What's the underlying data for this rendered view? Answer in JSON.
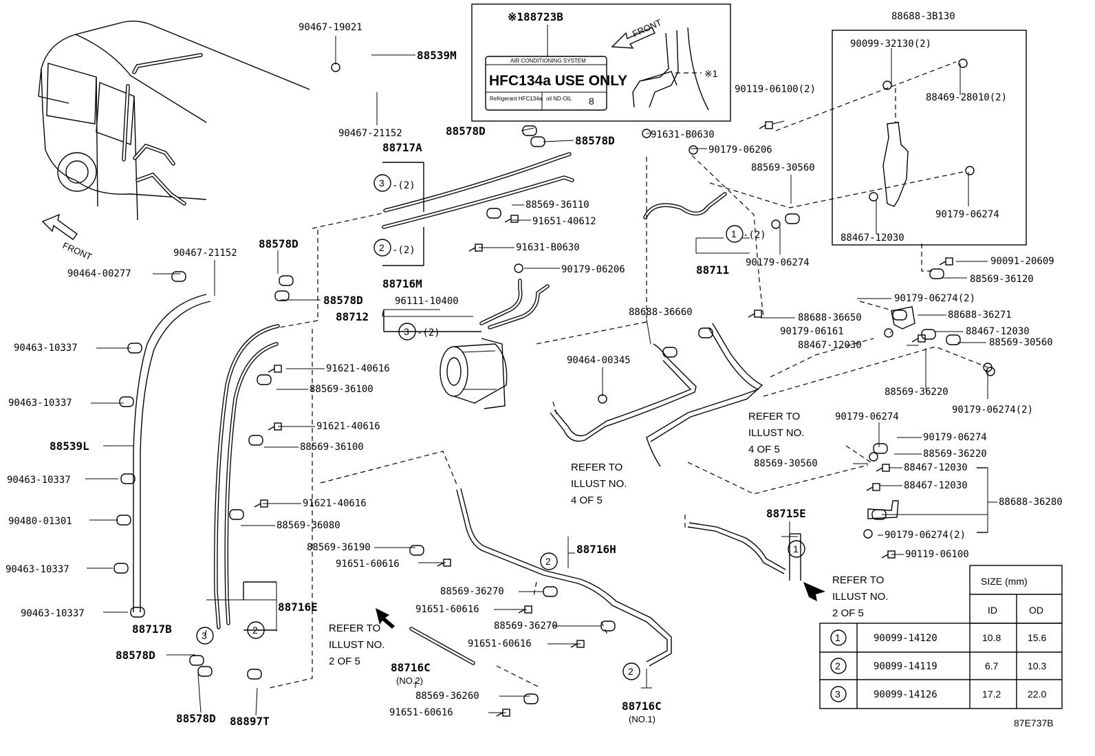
{
  "diagram_code": "87E737B",
  "label_box": {
    "code": "※188723B",
    "system": "AIR CONDITIONING SYSTEM",
    "headline": "HFC134a USE ONLY",
    "refrigerant_label": "Refrigerant HFC134a",
    "oil_label": "oil ND-OIL",
    "oil_value": "8",
    "front": "FRONT",
    "mark": "※1"
  },
  "front_left": "FRONT",
  "size_table": {
    "title": "SIZE (mm)",
    "col_id": "ID",
    "col_od": "OD",
    "rows": [
      {
        "no": "1",
        "part": "90099-14120",
        "id": "10.8",
        "od": "15.6"
      },
      {
        "no": "2",
        "part": "90099-14119",
        "id": "6.7",
        "od": "10.3"
      },
      {
        "no": "3",
        "part": "90099-14126",
        "id": "17.2",
        "od": "22.0"
      }
    ]
  },
  "notes": {
    "refer_4_center": [
      "REFER TO",
      "ILLUST NO.",
      "4 OF 5"
    ],
    "refer_4_right": [
      "REFER TO",
      "ILLUST NO.",
      "4 OF 5"
    ],
    "refer_2_center": [
      "REFER TO",
      "ILLUST NO.",
      "2 OF 5"
    ],
    "refer_2_right": [
      "REFER TO",
      "ILLUST NO.",
      "2 OF 5"
    ]
  },
  "callouts": {
    "c_90467_19021": "90467-19021",
    "c_88539M": "88539M",
    "c_90467_21152_top": "90467-21152",
    "c_88578D_top1": "88578D",
    "c_88578D_top2": "88578D",
    "c_88717A": "88717A",
    "c_88717A_qty": "-(2)",
    "c_88716M": "88716M",
    "c_88716M_qty": "-(2)",
    "c_88569_36110": "88569-36110",
    "c_91651_40612": "91651-40612",
    "c_91631_B0630_a": "91631-B0630",
    "c_90179_06206_a": "90179-06206",
    "c_91631_B0630_b": "91631-B0630",
    "c_90179_06206_b": "90179-06206",
    "c_96111_10400": "96111-10400",
    "c_88712": "88712",
    "c_88712_qty": "-(2)",
    "c_88711": "88711",
    "c_88711_qty": "-(2)",
    "c_88688_3B130": "88688-3B130",
    "c_90099_32130": "90099-32130(2)",
    "c_90119_06100_2": "90119-06100(2)",
    "c_88469_28010": "88469-28010(2)",
    "c_88569_30560_a": "88569-30560",
    "c_90179_06274_a": "90179-06274",
    "c_88467_12030_a": "88467-12030",
    "c_90179_06274_b": "90179-06274",
    "c_90091_20609": "90091-20609",
    "c_88569_36120": "88569-36120",
    "c_90179_06274_2a": "90179-06274(2)",
    "c_88688_36660": "88688-36660",
    "c_88688_36650": "88688-36650",
    "c_88688_36271": "88688-36271",
    "c_90179_06161": "90179-06161",
    "c_88467_12030_b": "88467-12030",
    "c_88467_12030_c": "88467-12030",
    "c_88569_30560_b": "88569-30560",
    "c_88569_36220_a": "88569-36220",
    "c_90179_06274_2b": "90179-06274(2)",
    "c_90464_00345": "90464-00345",
    "c_90464_00277": "90464-00277",
    "c_90467_21152_left": "90467-21152",
    "c_88578D_mid1": "88578D",
    "c_88578D_mid2": "88578D",
    "c_90463_10337_1": "90463-10337",
    "c_90463_10337_2": "90463-10337",
    "c_88539L": "88539L",
    "c_90463_10337_3": "90463-10337",
    "c_90480_01301": "90480-01301",
    "c_90463_10337_4": "90463-10337",
    "c_90463_10337_5": "90463-10337",
    "c_91621_40616_a": "91621-40616",
    "c_88569_36100_a": "88569-36100",
    "c_91621_40616_b": "91621-40616",
    "c_88569_36100_b": "88569-36100",
    "c_91621_40616_c": "91621-40616",
    "c_88569_36080": "88569-36080",
    "c_88716E": "88716E",
    "c_88717B": "88717B",
    "c_88578D_bot1": "88578D",
    "c_88578D_bot2": "88578D",
    "c_88897T": "88897T",
    "c_88569_36190": "88569-36190",
    "c_91651_60616_a": "91651-60616",
    "c_88716H": "88716H",
    "c_88569_36270_a": "88569-36270",
    "c_91651_60616_b": "91651-60616",
    "c_88569_36270_b": "88569-36270",
    "c_91651_60616_c": "91651-60616",
    "c_88716C_no2": "88716C",
    "c_88716C_no2_sub": "(NO.2)",
    "c_88569_36260": "88569-36260",
    "c_91651_60616_d": "91651-60616",
    "c_88716C_no1": "88716C",
    "c_88716C_no1_sub": "(NO.1)",
    "c_88715E": "88715E",
    "c_90179_06274_c": "90179-06274",
    "c_90179_06274_d": "90179-06274",
    "c_88569_36220_b": "88569-36220",
    "c_88569_30560_c": "88569-30560",
    "c_88467_12030_d": "88467-12030",
    "c_88467_12030_e": "88467-12030",
    "c_88688_36280": "88688-36280",
    "c_90179_06274_2c": "90179-06274(2)",
    "c_90119_06100": "90119-06100"
  },
  "circle_refs": {
    "r3_top": "3",
    "r2_top": "2",
    "r3_88712": "3",
    "r1_88711": "1",
    "r3_bot": "3",
    "r2_bot": "2",
    "r2_88716H": "2",
    "r2_88716C": "2",
    "r1_88715E": "1"
  },
  "icons": {
    "front_arrow_left": "front-arrow-icon",
    "front_arrow_label": "front-arrow-icon",
    "compressor": "compressor-icon",
    "van": "van-body-icon"
  }
}
